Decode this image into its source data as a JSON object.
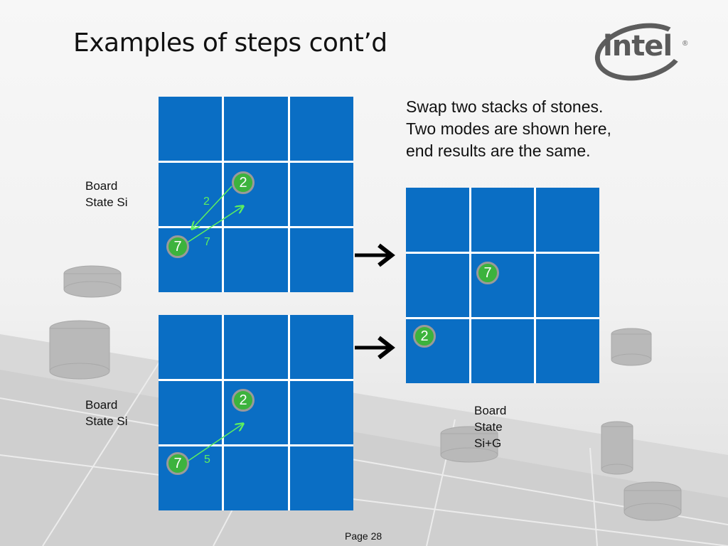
{
  "slide": {
    "title": "Examples of steps cont’d",
    "logo_text": "intel",
    "logo_mark": "®",
    "description": "Swap two stacks of stones. Two modes are shown here, end results are the same.",
    "page": "Page 28"
  },
  "boards": {
    "top": {
      "label_line1": "Board",
      "label_line2": "State Si",
      "stones": [
        "2",
        "7"
      ],
      "moves": [
        "2",
        "7"
      ]
    },
    "bottom": {
      "label_line1": "Board",
      "label_line2": "State Si",
      "stones": [
        "2",
        "7"
      ],
      "moves": [
        "5"
      ]
    },
    "result": {
      "label_line1": "Board",
      "label_line2": "State",
      "label_line3": "Si+G",
      "stones": [
        "7",
        "2"
      ]
    }
  },
  "colors": {
    "board_cell": "#0a6ec4",
    "stone": "#3cb33d",
    "move_arrow": "#5ef05e",
    "logo": "#5a5a5a"
  },
  "icons": [
    "right-arrow-icon",
    "intel-logo"
  ]
}
